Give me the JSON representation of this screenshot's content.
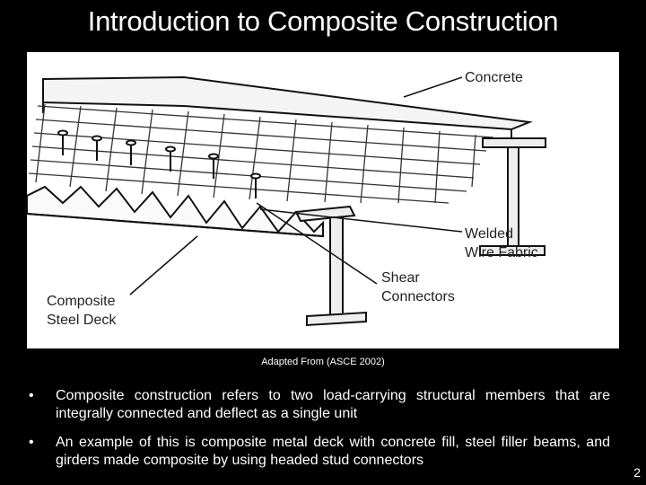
{
  "slide": {
    "title": "Introduction to Composite Construction",
    "caption": "Adapted From (ASCE 2002)",
    "page_number": "2"
  },
  "figure": {
    "labels": {
      "concrete": "Concrete",
      "welded_line1": "Welded",
      "welded_line2": "Wire Fabric",
      "shear_line1": "Shear",
      "shear_line2": "Connectors",
      "deck_line1": "Composite",
      "deck_line2": "Steel Deck"
    }
  },
  "bullets": [
    {
      "marker": "•",
      "text": "Composite construction refers to two load-carrying structural members that are integrally connected and deflect as a single unit"
    },
    {
      "marker": "•",
      "text": "An example of this is composite metal deck with concrete fill, steel filler beams, and girders made composite by using headed stud connectors"
    }
  ]
}
